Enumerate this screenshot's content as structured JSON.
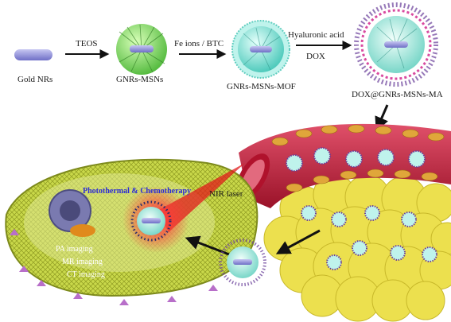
{
  "steps": {
    "gold_nrs": "Gold NRs",
    "teos": "TEOS",
    "gnrs_msns": "GNRs-MSNs",
    "fe_btc": "Fe ions / BTC",
    "gnrs_msns_mof": "GNRs-MSNs-MOF",
    "hyaluronic": "Hyaluronic acid",
    "dox": "DOX",
    "final": "DOX@GNRs-MSNs-MA"
  },
  "cell": {
    "therapy": "Photothermal & Chemotherapy",
    "pa": "PA imaging",
    "mr": "MR  imaging",
    "ct": "CT  imaging"
  },
  "laser": "NIR laser",
  "colors": {
    "gold_rod": "#8c8cd8",
    "msn_green": "#7ed957",
    "mof_cyan": "#7fe0d6",
    "vessel_red": "#c8203a",
    "tumor_yellow": "#ece04e",
    "cell_green": "#c9d84a",
    "laser_red": "#e01b1b",
    "label_blue": "#2b2bd6"
  }
}
